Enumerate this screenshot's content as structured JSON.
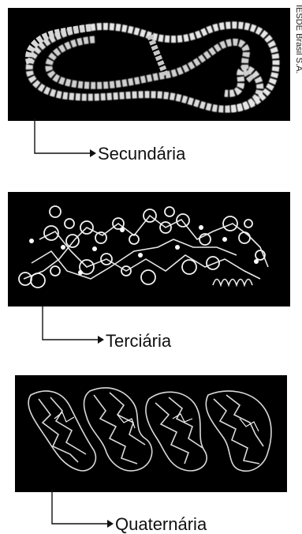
{
  "credit": "IESDE Brasil S.A.",
  "structures": [
    {
      "label": "Secundária"
    },
    {
      "label": "Terciária"
    },
    {
      "label": "Quaternária"
    }
  ]
}
